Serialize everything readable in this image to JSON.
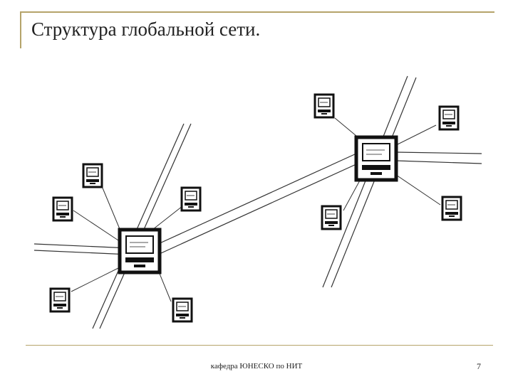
{
  "slide": {
    "title": "Структура глобальной сети.",
    "footer": "кафедра ЮНЕСКО по НИТ",
    "page_number": "7"
  },
  "diagram": {
    "nodes": [
      {
        "id": "hub-left",
        "role": "hub"
      },
      {
        "id": "hub-right",
        "role": "hub"
      },
      {
        "id": "pc-left-1",
        "role": "terminal",
        "connects_to": "hub-left"
      },
      {
        "id": "pc-left-2",
        "role": "terminal",
        "connects_to": "hub-left"
      },
      {
        "id": "pc-left-3",
        "role": "terminal",
        "connects_to": "hub-left"
      },
      {
        "id": "pc-left-4",
        "role": "terminal",
        "connects_to": "hub-left"
      },
      {
        "id": "pc-left-5",
        "role": "terminal",
        "connects_to": "hub-left"
      },
      {
        "id": "pc-right-1",
        "role": "terminal",
        "connects_to": "hub-right"
      },
      {
        "id": "pc-right-2",
        "role": "terminal",
        "connects_to": "hub-right"
      },
      {
        "id": "pc-right-3",
        "role": "terminal",
        "connects_to": "hub-right"
      },
      {
        "id": "pc-right-4",
        "role": "terminal",
        "connects_to": "hub-right"
      }
    ],
    "links": [
      {
        "from": "hub-left",
        "to": "hub-right",
        "kind": "trunk"
      }
    ]
  }
}
